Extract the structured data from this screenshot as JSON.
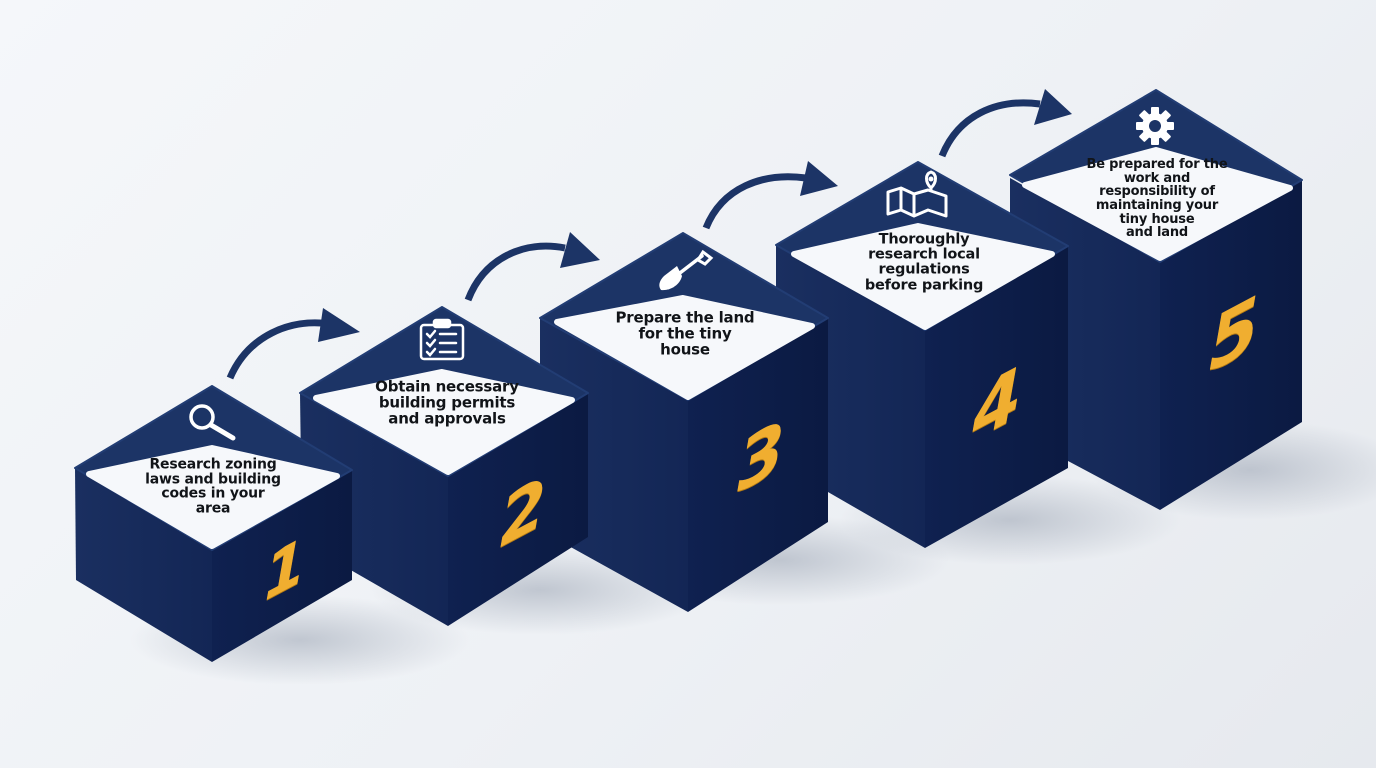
{
  "diagram": {
    "type": "isometric-step-process",
    "colors": {
      "block_top": "#1c3466",
      "block_left": "#15295a",
      "block_right": "#0f1f4a",
      "label_panel": "#f6f8fb",
      "number": "#f0ae30",
      "arrow": "#1c3466",
      "icon": "#ffffff"
    },
    "steps": [
      {
        "number": "1",
        "icon": "magnifying-glass-icon",
        "label": "Research zoning laws and building codes in your area",
        "lines": [
          "Research zoning",
          "laws and building",
          "codes in your",
          "area"
        ]
      },
      {
        "number": "2",
        "icon": "clipboard-checklist-icon",
        "label": "Obtain necessary building permits and approvals",
        "lines": [
          "Obtain necessary",
          "building permits",
          "and approvals"
        ]
      },
      {
        "number": "3",
        "icon": "shovel-icon",
        "label": "Prepare the land for the tiny house",
        "lines": [
          "Prepare the land",
          "for the tiny",
          "house"
        ]
      },
      {
        "number": "4",
        "icon": "map-pin-icon",
        "label": "Thoroughly research local regulations before parking",
        "lines": [
          "Thoroughly",
          "research local",
          "regulations",
          "before parking"
        ]
      },
      {
        "number": "5",
        "icon": "gear-icon",
        "label": "Be prepared for the work and responsibility of maintaining your tiny house and land",
        "lines": [
          "Be prepared for the",
          "work and",
          "responsibility of",
          "maintaining your",
          "tiny house",
          "and land"
        ]
      }
    ],
    "arrows": [
      {
        "from": "1",
        "to": "2"
      },
      {
        "from": "2",
        "to": "3"
      },
      {
        "from": "3",
        "to": "4"
      },
      {
        "from": "4",
        "to": "5"
      }
    ]
  }
}
